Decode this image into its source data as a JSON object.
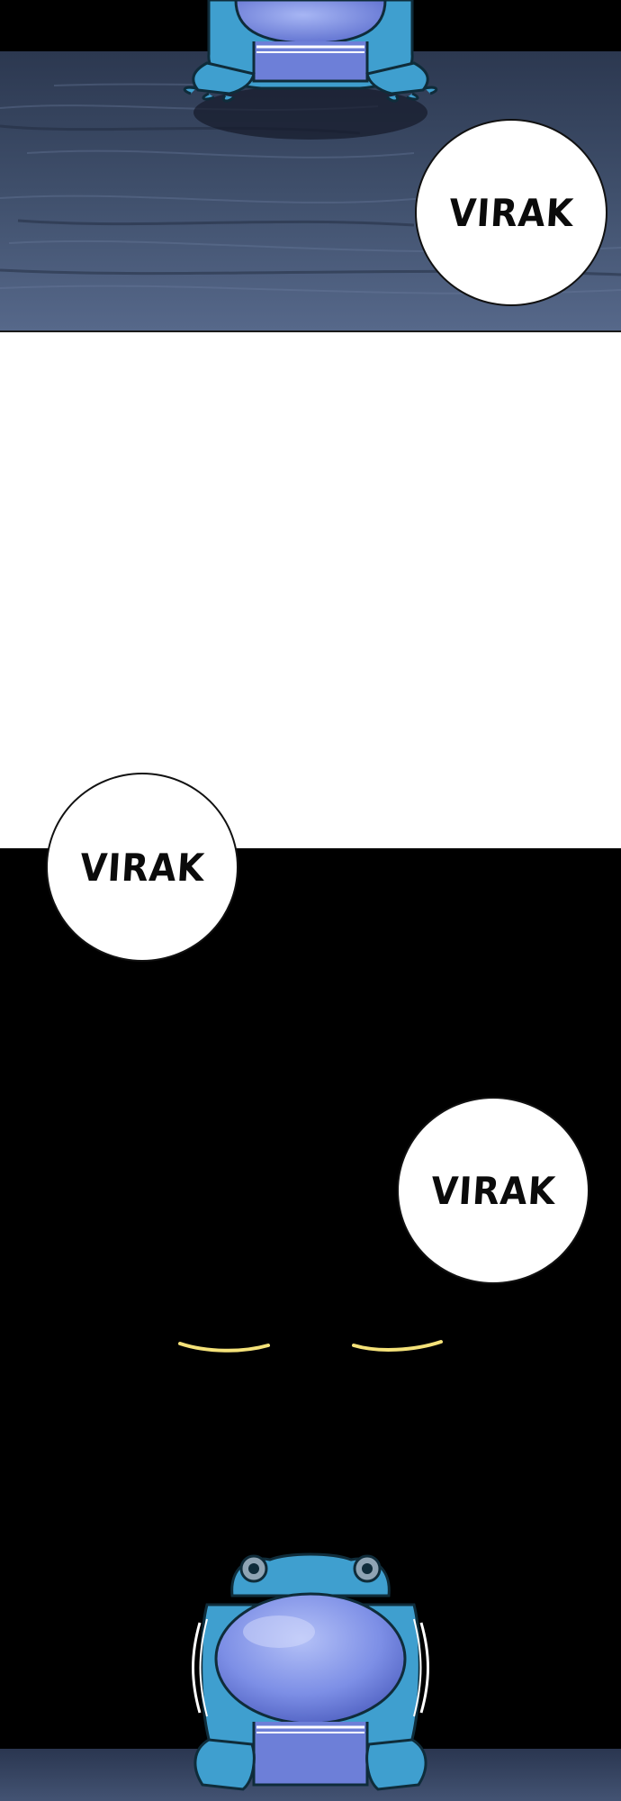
{
  "bubbles": [
    {
      "text": "VIRAK"
    },
    {
      "text": "VIRAK"
    },
    {
      "text": "VIRAK"
    }
  ],
  "colors": {
    "ground": "#3e4d66",
    "frog_skin": "#3f9fcf",
    "frog_throat": "#7d8fe6",
    "glowing_eyes": "#f5e27a",
    "background_dark": "#000000",
    "background_light": "#ffffff"
  }
}
